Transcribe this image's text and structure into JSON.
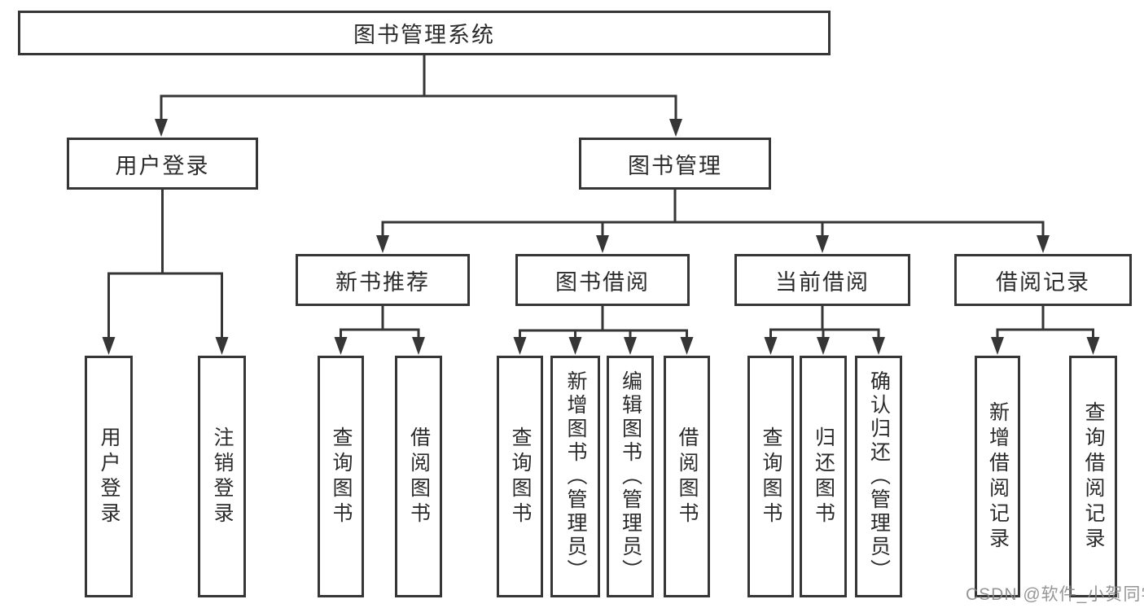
{
  "diagram": {
    "root": {
      "label": "图书管理系统"
    },
    "branches": [
      {
        "label": "用户登录",
        "children": [
          {
            "label": "用户登录"
          },
          {
            "label": "注销登录"
          }
        ]
      },
      {
        "label": "图书管理",
        "children": [
          {
            "label": "新书推荐",
            "children": [
              {
                "label": "查询图书"
              },
              {
                "label": "借阅图书"
              }
            ]
          },
          {
            "label": "图书借阅",
            "children": [
              {
                "label": "查询图书"
              },
              {
                "label": "新增图书（管理员）"
              },
              {
                "label": "编辑图书（管理员）"
              },
              {
                "label": "借阅图书"
              }
            ]
          },
          {
            "label": "当前借阅",
            "children": [
              {
                "label": "查询图书"
              },
              {
                "label": "归还图书"
              },
              {
                "label": "确认归还（管理员）"
              }
            ]
          },
          {
            "label": "借阅记录",
            "children": [
              {
                "label": "新增借阅记录"
              },
              {
                "label": "查询借阅记录"
              }
            ]
          }
        ]
      }
    ]
  },
  "watermark": {
    "text": "CSDN @软件_小贺同学"
  },
  "colors": {
    "line": "#363636",
    "text": "#2b2b2b",
    "background": "#ffffff",
    "watermark": "#878787"
  }
}
